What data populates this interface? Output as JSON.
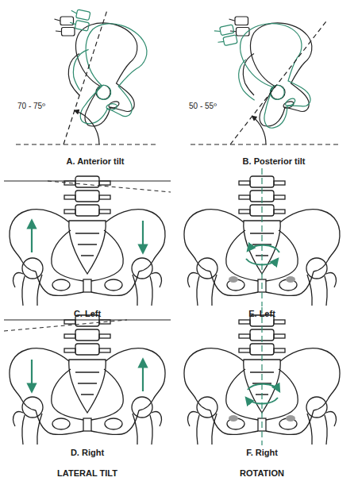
{
  "diagram": {
    "labels": [
      "70 - 75º",
      "50 - 55º",
      "A. Anterior tilt",
      "B. Posterior tilt",
      "C. Left",
      "E. Left",
      "D. Right",
      "F. Right",
      "LATERAL TILT",
      "ROTATION"
    ]
  }
}
